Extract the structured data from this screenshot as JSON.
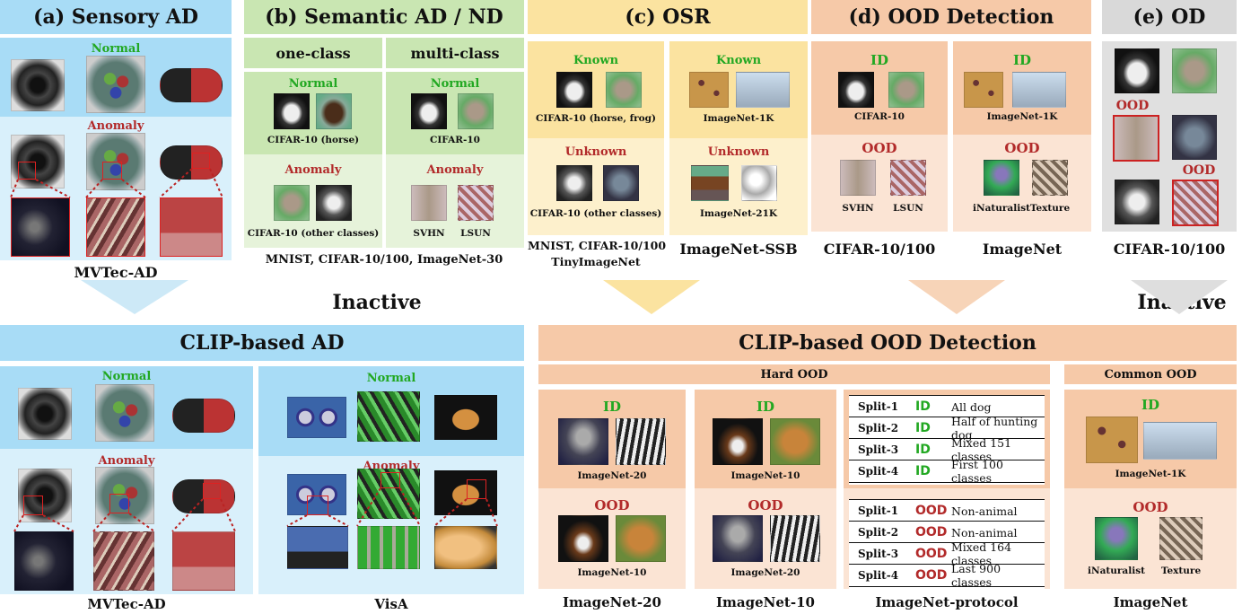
{
  "colors": {
    "blue_header": "#a8dcf6",
    "blue_light": "#d9f0fb",
    "green_header": "#c9e6b2",
    "green_light": "#e6f3da",
    "yellow_header": "#fbe3a0",
    "yellow_light": "#fdf0cc",
    "orange_header": "#f6c9a8",
    "orange_light": "#fbe4d4",
    "gray_header": "#d9d9d9",
    "gray_light": "#e6e6e6",
    "label_green": "#22a822",
    "label_red": "#b22a2a"
  },
  "panels": {
    "a": {
      "title": "(a) Sensory AD",
      "normal": "Normal",
      "anomaly": "Anomaly",
      "caption": "MVTec-AD"
    },
    "b": {
      "title": "(b) Semantic AD / ND",
      "one_class": "one-class",
      "multi_class": "multi-class",
      "normal": "Normal",
      "anomaly": "Anomaly",
      "one_normal_cap": "CIFAR-10 (horse)",
      "one_anomaly_cap": "CIFAR-10 (other classes)",
      "multi_normal_cap": "CIFAR-10",
      "multi_anomaly_svhn": "SVHN",
      "multi_anomaly_lsun": "LSUN",
      "caption": "MNIST, CIFAR-10/100, ImageNet-30",
      "status": "Inactive"
    },
    "c": {
      "title": "(c) OSR",
      "known": "Known",
      "unknown": "Unknown",
      "left_known_cap": "CIFAR-10 (horse, frog)",
      "left_unknown_cap": "CIFAR-10 (other classes)",
      "right_known_cap": "ImageNet-1K",
      "right_unknown_cap": "ImageNet-21K",
      "caption_left_1": "MNIST, CIFAR-10/100",
      "caption_left_2": "TinyImageNet",
      "caption_right": "ImageNet-SSB"
    },
    "d": {
      "title": "(d) OOD Detection",
      "id": "ID",
      "ood": "OOD",
      "left_id_cap": "CIFAR-10",
      "left_ood_svhn": "SVHN",
      "left_ood_lsun": "LSUN",
      "right_id_cap": "ImageNet-1K",
      "right_ood_inat": "iNaturalist",
      "right_ood_texture": "Texture",
      "caption_left": "CIFAR-10/100",
      "caption_right": "ImageNet"
    },
    "e": {
      "title": "(e) OD",
      "ood": "OOD",
      "caption": "CIFAR-10/100",
      "status": "Inactive"
    }
  },
  "clip_ad": {
    "title": "CLIP-based AD",
    "normal": "Normal",
    "anomaly": "Anomaly",
    "caption_left": "MVTec-AD",
    "caption_right": "VisA"
  },
  "clip_ood": {
    "title": "CLIP-based OOD Detection",
    "hard": "Hard OOD",
    "common": "Common OOD",
    "id": "ID",
    "ood": "OOD",
    "in20_id_cap": "ImageNet-20",
    "in20_ood_cap": "ImageNet-10",
    "in20_caption": "ImageNet-20",
    "in10_id_cap": "ImageNet-10",
    "in10_ood_cap": "ImageNet-20",
    "in10_caption": "ImageNet-10",
    "protocol_caption": "ImageNet-protocol",
    "id_table": [
      {
        "split": "Split-1",
        "tag": "ID",
        "desc": "All dog"
      },
      {
        "split": "Split-2",
        "tag": "ID",
        "desc": "Half of hunting dog"
      },
      {
        "split": "Split-3",
        "tag": "ID",
        "desc": "Mixed 151 classes"
      },
      {
        "split": "Split-4",
        "tag": "ID",
        "desc": "First 100 classes"
      }
    ],
    "ood_table": [
      {
        "split": "Split-1",
        "tag": "OOD",
        "desc": "Non-animal"
      },
      {
        "split": "Split-2",
        "tag": "OOD",
        "desc": "Non-animal"
      },
      {
        "split": "Split-3",
        "tag": "OOD",
        "desc": "Mixed 164 classes"
      },
      {
        "split": "Split-4",
        "tag": "OOD",
        "desc": "Last 900 classes"
      }
    ],
    "common_id_cap": "ImageNet-1K",
    "common_ood_inat": "iNaturalist",
    "common_ood_texture": "Texture",
    "common_caption": "ImageNet"
  }
}
